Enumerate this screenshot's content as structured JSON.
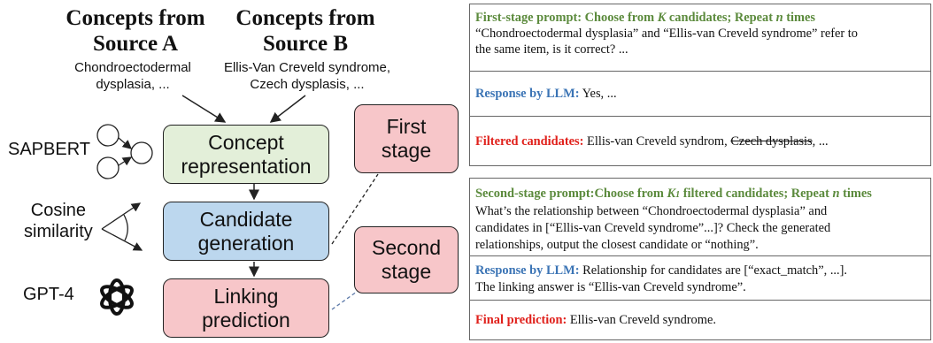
{
  "left": {
    "source_a": {
      "title_line1": "Concepts from",
      "title_line2": "Source A",
      "examples_line1": "Chondroectodermal",
      "examples_line2": "dysplasia, ..."
    },
    "source_b": {
      "title_line1": "Concepts from",
      "title_line2": "Source B",
      "examples_line1": "Ellis-Van Creveld syndrome,",
      "examples_line2": "Czech dysplasis, ..."
    },
    "side_labels": {
      "sapbert": "SAPBERT",
      "cosine_line1": "Cosine",
      "cosine_line2": "similarity",
      "gpt4": "GPT-4"
    },
    "boxes": {
      "concept": {
        "line1": "Concept",
        "line2": "representation"
      },
      "candidate": {
        "line1": "Candidate",
        "line2": "generation"
      },
      "linking": {
        "line1": "Linking",
        "line2": "prediction"
      },
      "first_stage": {
        "line1": "First",
        "line2": "stage"
      },
      "second_stage": {
        "line1": "Second",
        "line2": "stage"
      }
    }
  },
  "first_panel": {
    "prompt_label_a": "First-stage prompt: Choose from ",
    "prompt_label_k": "K",
    "prompt_label_b": " candidates; Repeat ",
    "prompt_label_n": "n",
    "prompt_label_c": " times",
    "prompt_line1": "“Chondroectodermal dysplasia” and “Ellis-van Creveld syndrome” refer to",
    "prompt_line2": "the same item, is it correct? ...",
    "response_label": "Response by LLM:",
    "response_text": " Yes, ...",
    "filtered_label": "Filtered candidates:",
    "filtered_text_a": " Ellis-van Creveld syndrom, ",
    "filtered_struck": "Czech dysplasis",
    "filtered_text_b": ", ..."
  },
  "second_panel": {
    "prompt_label_a": "Second-stage prompt:Choose from ",
    "prompt_label_k": "K",
    "prompt_label_sub": "1",
    "prompt_label_b": " filtered candidates; Repeat ",
    "prompt_label_n": "n",
    "prompt_label_c": " times",
    "prompt_line1": "What’s the relationship between “Chondroectodermal dysplasia” and",
    "prompt_line2": "candidates in [“Ellis-van Creveld syndrome”...]? Check the generated",
    "prompt_line3": "relationships, output the closest candidate or “nothing”.",
    "response_label": "Response by LLM:",
    "response_text_1": " Relationship for candidates are [“exact_match”, ...].",
    "response_text_2": "The linking answer is “Ellis-van Creveld syndrome”.",
    "final_label": "Final prediction:",
    "final_text": " Ellis-van Creveld syndrome."
  }
}
